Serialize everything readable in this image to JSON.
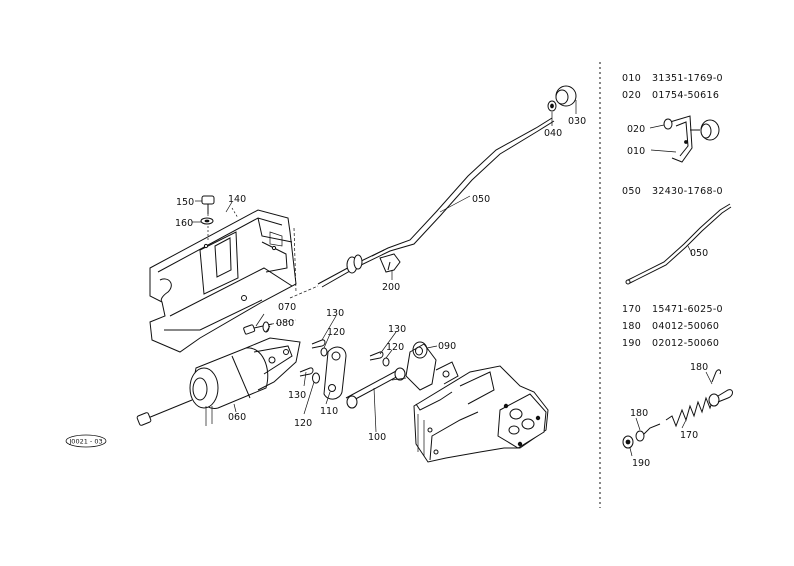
{
  "diagram_code": "J0021 - 03",
  "callouts": {
    "c010": "010",
    "c020": "020",
    "c030": "030",
    "c040": "040",
    "c050": "050",
    "c070": "070",
    "c080": "080",
    "c060": "060",
    "c090": "090",
    "c100": "100",
    "c110": "110",
    "c120a": "120",
    "c120b": "120",
    "c120c": "120",
    "c130a": "130",
    "c130b": "130",
    "c130c": "130",
    "c140": "140",
    "c150": "150",
    "c160": "160",
    "c200": "200",
    "c170": "170",
    "c180a": "180",
    "c180b": "180",
    "c190": "190"
  },
  "parts_list": [
    {
      "ref": "010",
      "part_no": "31351-1769-0"
    },
    {
      "ref": "020",
      "part_no": "01754-50616"
    },
    {
      "ref": "050",
      "part_no": "32430-1768-0"
    },
    {
      "ref": "170",
      "part_no": "15471-6025-0"
    },
    {
      "ref": "180",
      "part_no": "04012-50060"
    },
    {
      "ref": "190",
      "part_no": "02012-50060"
    }
  ],
  "detail_callouts": {
    "d020": "020",
    "d010": "010",
    "d050": "050",
    "d180a": "180",
    "d180b": "180",
    "d170": "170",
    "d190": "190"
  }
}
